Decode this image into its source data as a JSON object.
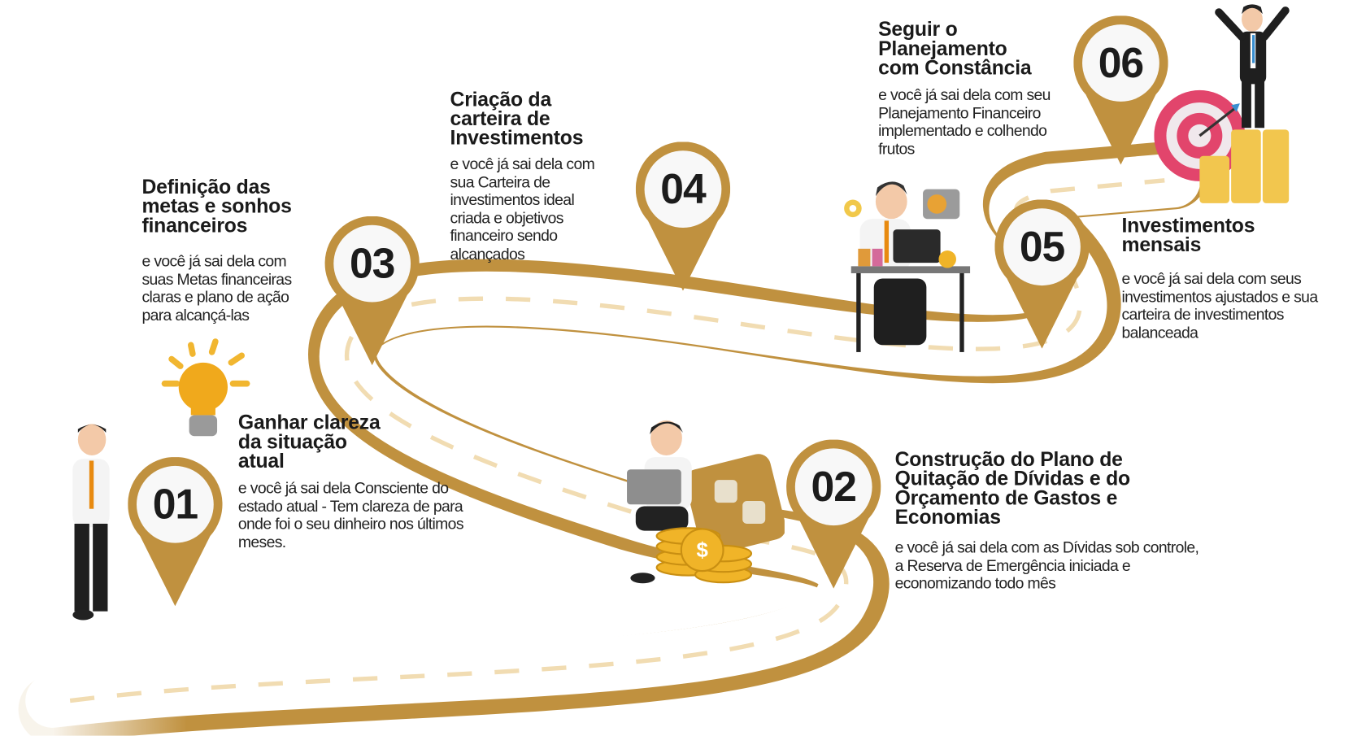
{
  "steps": [
    {
      "number": "01",
      "title": "Ganhar clareza da situação atual",
      "body": "e você já sai dela Consciente do estado atual - Tem clareza de para onde foi o seu dinheiro nos últimos meses."
    },
    {
      "number": "02",
      "title": "Construção do Plano de Quitação de Dívidas e do Orçamento de Gastos e Economias",
      "body": "e você já sai dela com as Dívidas sob controle, a Reserva de Emergência iniciada e economizando todo mês"
    },
    {
      "number": "03",
      "title": "Definição das metas e sonhos financeiros",
      "body": "e você já sai dela com suas Metas financeiras claras e plano de ação para alcançá-las"
    },
    {
      "number": "04",
      "title": "Criação da carteira de Investimentos",
      "body": "e você já sai dela com sua Carteira de investimentos ideal criada e objetivos financeiro sendo alcançados"
    },
    {
      "number": "05",
      "title": "Investimentos mensais",
      "body": "e você já sai dela com seus investimentos ajustados e sua carteira de investimentos balanceada"
    },
    {
      "number": "06",
      "title": "Seguir o Planejamento com Constância",
      "body": "e você já sai dela com seu Planejamento Financeiro implementado e colhendo frutos"
    }
  ],
  "colors": {
    "gold": "#c0913f",
    "gold_light": "#f1dcb2",
    "text": "#1a1a1a"
  }
}
